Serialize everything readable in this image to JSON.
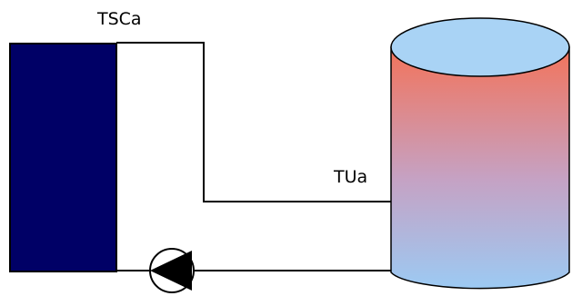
{
  "labels": {
    "collector_temp": "TSCa",
    "tank_temp": "TUa"
  },
  "colors": {
    "collector_fill": "#000066",
    "collector_border": "#000000",
    "pipe": "#000000",
    "tank_top": "#a9d3f5",
    "tank_gradient_top": "#f3735a",
    "tank_gradient_mid": "#c5a2c4",
    "tank_gradient_bottom": "#9ccaf3",
    "pump_arrow": "#000000"
  },
  "components": [
    "solar-collector",
    "storage-tank",
    "circulation-pump"
  ]
}
